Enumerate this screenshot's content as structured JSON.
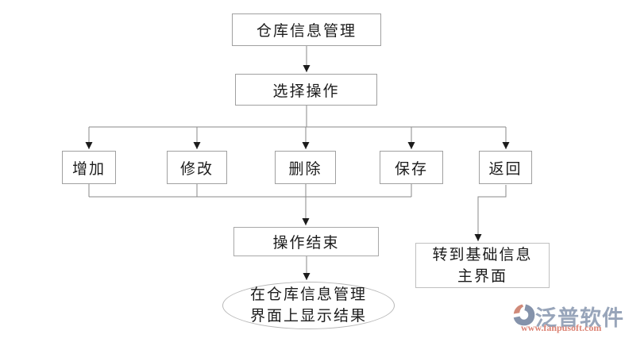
{
  "diagram": {
    "nodes": {
      "root": {
        "label": "仓库信息管理"
      },
      "select": {
        "label": "选择操作"
      },
      "add": {
        "label": "增加"
      },
      "modify": {
        "label": "修改"
      },
      "delete": {
        "label": "删除"
      },
      "save": {
        "label": "保存"
      },
      "back": {
        "label": "返回"
      },
      "end": {
        "label": "操作结束"
      },
      "result": {
        "label": "在仓库信息管理\n界面上显示结果"
      },
      "goto_main": {
        "label": "转到基础信息\n主界面"
      }
    },
    "edges": [
      {
        "from": "仓库信息管理",
        "to": "选择操作"
      },
      {
        "from": "选择操作",
        "to": "增加"
      },
      {
        "from": "选择操作",
        "to": "修改"
      },
      {
        "from": "选择操作",
        "to": "删除"
      },
      {
        "from": "选择操作",
        "to": "保存"
      },
      {
        "from": "选择操作",
        "to": "返回"
      },
      {
        "from": "增加",
        "to": "操作结束"
      },
      {
        "from": "修改",
        "to": "操作结束"
      },
      {
        "from": "删除",
        "to": "操作结束"
      },
      {
        "from": "保存",
        "to": "操作结束"
      },
      {
        "from": "操作结束",
        "to": "在仓库信息管理界面上显示结果"
      },
      {
        "from": "返回",
        "to": "转到基础信息主界面"
      }
    ]
  },
  "watermark": {
    "brand": "泛普软件",
    "url": "www.fanpusoft.com"
  },
  "colors": {
    "background": "#ffffff",
    "box_border": "#a0a0a0",
    "line": "#8a8a8a",
    "arrow": "#1c1c1c",
    "text": "#1c1c1c",
    "brand_text": "#98a5ba",
    "url_text": "#dc8273",
    "logo_slate": "#8593ab",
    "logo_salmon": "#d08a79"
  }
}
